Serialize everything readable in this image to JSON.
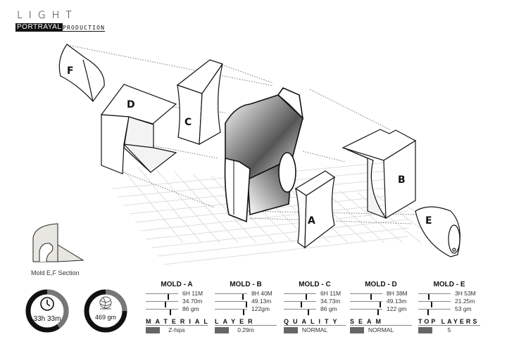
{
  "header": {
    "title": "LIGHT",
    "highlight": "PORTRAYAL",
    "subtitle": "PRODUCTION"
  },
  "diagram": {
    "labels": [
      "A",
      "B",
      "C",
      "D",
      "E",
      "F"
    ]
  },
  "section": {
    "caption": "Mold E,F Section"
  },
  "summary": {
    "time": {
      "value": "33h 33m",
      "icon": "clock-icon",
      "remaining_fraction": 0.4
    },
    "weight": {
      "value": "469 gm",
      "icon": "yarn-ball-icon",
      "remaining_fraction": 0.25
    }
  },
  "molds": [
    {
      "title": "MOLD - A",
      "rows": [
        {
          "value": "6H 11M",
          "pos": 0.7
        },
        {
          "value": "34.70m",
          "pos": 0.61
        },
        {
          "value": "86 gm",
          "pos": 0.78
        }
      ]
    },
    {
      "title": "MOLD - B",
      "rows": [
        {
          "value": "8H 40M",
          "pos": 0.89
        },
        {
          "value": "49.13m",
          "pos": 1.0
        },
        {
          "value": "122gm",
          "pos": 0.91
        }
      ]
    },
    {
      "title": "MOLD - C",
      "rows": [
        {
          "value": "6H 11M",
          "pos": 0.7
        },
        {
          "value": "34.73m",
          "pos": 0.54
        },
        {
          "value": "86 gm",
          "pos": 0.78
        }
      ]
    },
    {
      "title": "MOLD - D",
      "rows": [
        {
          "value": "8H 38M",
          "pos": 0.67
        },
        {
          "value": "49.13m",
          "pos": 0.96
        },
        {
          "value": "122 gm",
          "pos": 0.89
        }
      ]
    },
    {
      "title": "MOLD - E",
      "rows": [
        {
          "value": "3H 53M",
          "pos": 0.32
        },
        {
          "value": "21.25m",
          "pos": 0.41
        },
        {
          "value": "53 gm",
          "pos": 0.29
        }
      ]
    }
  ],
  "settings": [
    {
      "label": "MATERIAL",
      "value": "Z-hips"
    },
    {
      "label": "LAYER",
      "value": "0.29m"
    },
    {
      "label": "QUALITY",
      "value": "NORMAL"
    },
    {
      "label": "SEAM",
      "value": "NORMAL"
    },
    {
      "label": "TOP LAYERS",
      "value": "5"
    }
  ]
}
